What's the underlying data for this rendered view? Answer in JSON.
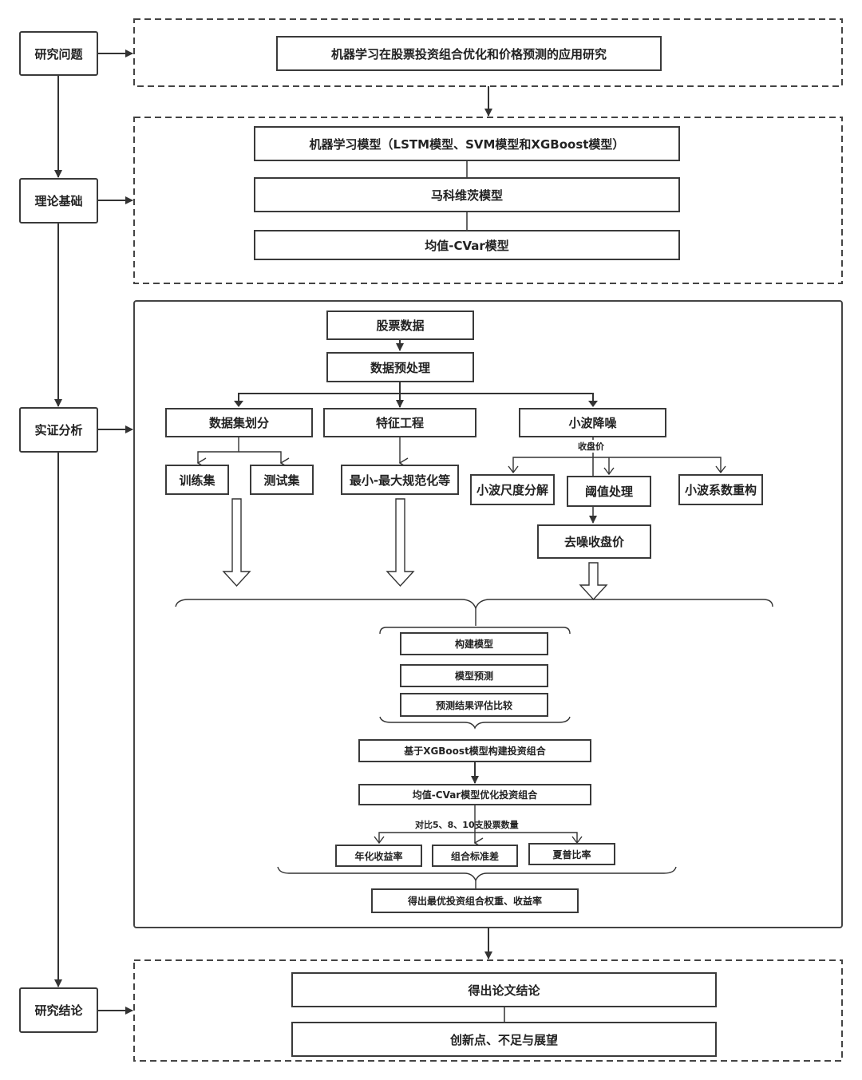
{
  "left_column": {
    "research_question": "研究问题",
    "theory_basis": "理论基础",
    "empirical_analysis": "实证分析",
    "research_conclusion": "研究结论"
  },
  "section1": {
    "title_box": "机器学习在股票投资组合优化和价格预测的应用研究"
  },
  "section2": {
    "ml_models": "机器学习模型（LSTM模型、SVM模型和XGBoost模型）",
    "markowitz": "马科维茨模型",
    "mean_cvar": "均值-CVar模型"
  },
  "section3": {
    "stock_data": "股票数据",
    "preprocess": "数据预处理",
    "dataset_split": "数据集划分",
    "feature_eng": "特征工程",
    "wavelet_denoise": "小波降噪",
    "train_set": "训练集",
    "test_set": "测试集",
    "minmax": "最小-最大规范化等",
    "closing_price_label": "收盘价",
    "wavelet_scale": "小波尺度分解",
    "threshold": "阈值处理",
    "wavelet_reconstruct": "小波系数重构",
    "denoised_close": "去噪收盘价",
    "build_model": "构建模型",
    "model_predict": "模型预测",
    "eval_compare": "预测结果评估比较",
    "xgb_portfolio": "基于XGBoost模型构建投资组合",
    "mean_cvar_opt": "均值-CVar模型优化投资组合",
    "compare_note": "对比5、8、10支股票数量",
    "annual_return": "年化收益率",
    "portfolio_std": "组合标准差",
    "sharpe": "夏普比率",
    "optimal_result": "得出最优投资组合权重、收益率"
  },
  "section4": {
    "thesis_conclusion": "得出论文结论",
    "innovation": "创新点、不足与展望"
  }
}
